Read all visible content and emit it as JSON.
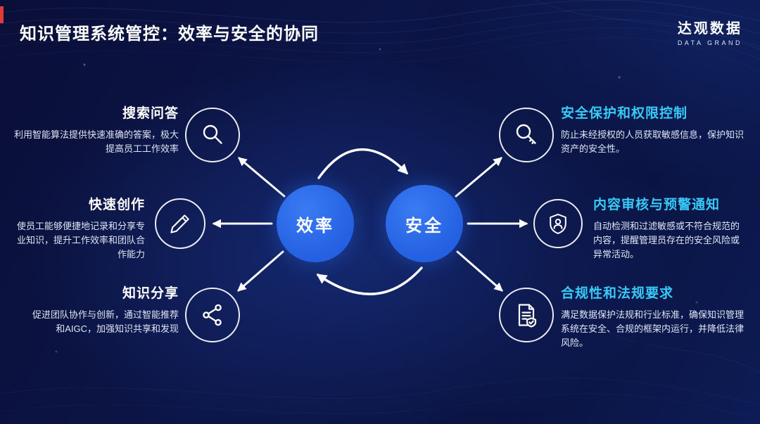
{
  "header": {
    "title": "知识管理系统管控：效率与安全的协同",
    "logo_name": "达观数据",
    "logo_subtitle": "DATA GRAND"
  },
  "center": {
    "left_circle_label": "效率",
    "right_circle_label": "安全"
  },
  "left_items": [
    {
      "title": "搜索问答",
      "description": "利用智能算法提供快速准确的答案，极大提高员工工作效率",
      "icon": "search-icon"
    },
    {
      "title": "快速创作",
      "description": "使员工能够便捷地记录和分享专业知识，提升工作效率和团队合作能力",
      "icon": "pencil-icon"
    },
    {
      "title": "知识分享",
      "description": "促进团队协作与创新，通过智能推荐和AIGC，加强知识共享和发现",
      "icon": "share-nodes-icon"
    }
  ],
  "right_items": [
    {
      "title": "安全保护和权限控制",
      "description": "防止未经授权的人员获取敏感信息，保护知识资产的安全性。",
      "icon": "key-search-icon"
    },
    {
      "title": "内容审核与预警通知",
      "description": "自动检测和过滤敏感或不符合规范的内容，提醒管理员存在的安全风险或异常活动。",
      "icon": "shield-user-icon"
    },
    {
      "title": "合规性和法规要求",
      "description": "满足数据保护法规和行业标准，确保知识管理系统在安全、合规的框架内运行，并降低法律风险。",
      "icon": "document-shield-icon"
    }
  ],
  "colors": {
    "background_navy": "#0b1342",
    "circle_blue": "#2b66e8",
    "right_title_cyan": "#38c9f6",
    "accent_red": "#e03a3a",
    "text_white": "#ffffff"
  }
}
